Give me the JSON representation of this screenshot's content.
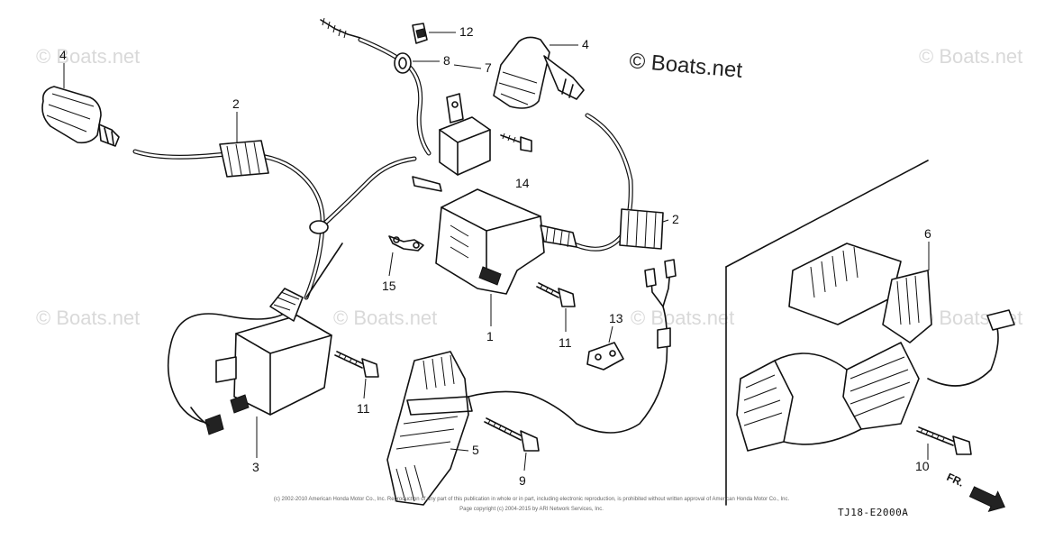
{
  "watermarks": {
    "main": "© Boats.net",
    "faint": "© Boats.net"
  },
  "part_labels": {
    "p1": "1",
    "p2a": "2",
    "p2b": "2",
    "p3": "3",
    "p4a": "4",
    "p4b": "4",
    "p5": "5",
    "p6": "6",
    "p7": "7",
    "p8": "8",
    "p9": "9",
    "p10": "10",
    "p11a": "11",
    "p11b": "11",
    "p12": "12",
    "p13": "13",
    "p14": "14",
    "p15": "15"
  },
  "footer": {
    "copyright_line1": "(c) 2002-2010 American Honda Motor Co., Inc. Reproduction of any part of this publication in whole or in part, including electronic reproduction, is prohibited without written approval of American Honda Motor Co., Inc.",
    "copyright_line2": "Page copyright (c) 2004-2015 by ARI Network Services, Inc.",
    "diagram_code": "TJ18-E2000A",
    "direction_label": "FR."
  }
}
